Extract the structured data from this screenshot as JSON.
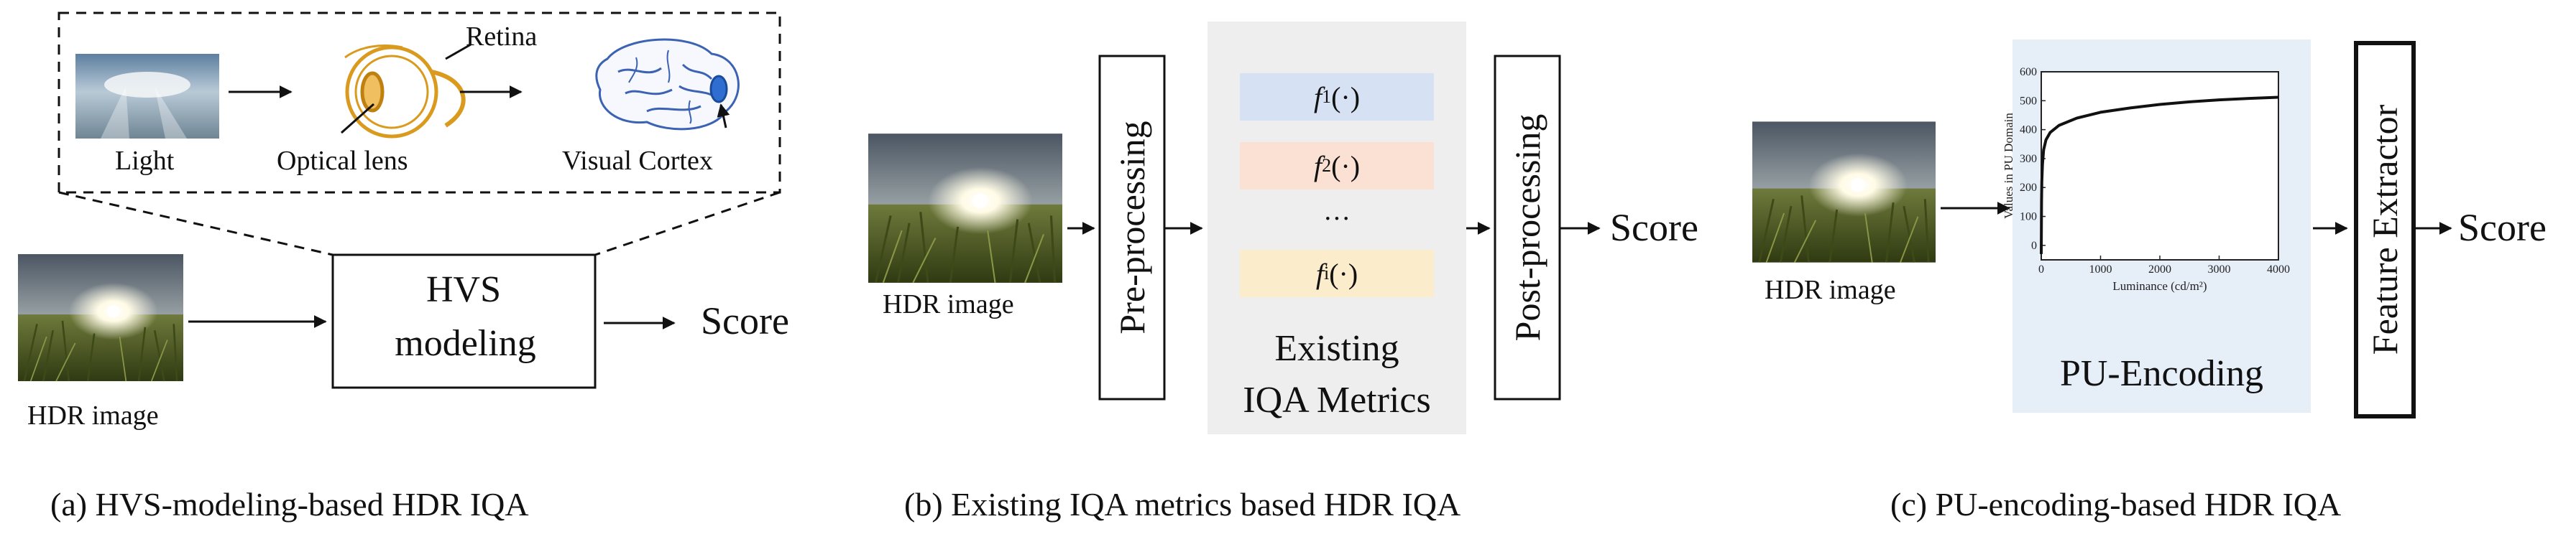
{
  "panel_a": {
    "caption": "(a) HVS-modeling-based HDR IQA",
    "light_label": "Light",
    "lens_label": "Optical lens",
    "retina_label": "Retina",
    "cortex_label": "Visual Cortex",
    "hvs_line1": "HVS",
    "hvs_line2": "modeling",
    "score": "Score",
    "hdr_label": "HDR image"
  },
  "panel_b": {
    "caption": "(b) Existing IQA metrics based HDR IQA",
    "hdr_label": "HDR image",
    "pre": "Pre-processing",
    "post": "Post-processing",
    "f1_sym": "f",
    "f1_sub": "1",
    "f1_arg": "(·)",
    "f2_sym": "f",
    "f2_sub": "2",
    "f2_arg": "(·)",
    "fi_sym": "f",
    "fi_sub": "i",
    "fi_arg": "(·)",
    "ellipsis": "···",
    "metrics_line1": "Existing",
    "metrics_line2": "IQA Metrics",
    "score": "Score",
    "colors": {
      "f1": "#d6e2f4",
      "f2": "#fbe1d4",
      "fi": "#fbeccb",
      "panel": "#eeeeee"
    }
  },
  "panel_c": {
    "caption": "(c) PU-encoding-based HDR IQA",
    "hdr_label": "HDR image",
    "pu_label": "PU-Encoding",
    "feature": "Feature Extractor",
    "score": "Score",
    "panel_color": "#e6eef8"
  },
  "chart_data": {
    "type": "line",
    "title": "",
    "xlabel": "Luminance (cd/m²)",
    "ylabel": "Values in PU Domain",
    "xlim": [
      0,
      4000
    ],
    "ylim": [
      -50,
      600
    ],
    "x_ticks": [
      "0",
      "1000",
      "2000",
      "3000",
      "4000"
    ],
    "y_ticks": [
      "0",
      "100",
      "200",
      "300",
      "400",
      "500",
      "600"
    ],
    "series": [
      {
        "x": [
          0,
          5,
          10,
          20,
          40,
          80,
          150,
          300,
          600,
          1000,
          1500,
          2000,
          2500,
          3000,
          3500,
          4000
        ],
        "y": [
          -30,
          150,
          220,
          280,
          330,
          365,
          390,
          415,
          440,
          460,
          475,
          487,
          496,
          503,
          508,
          512
        ]
      }
    ]
  }
}
